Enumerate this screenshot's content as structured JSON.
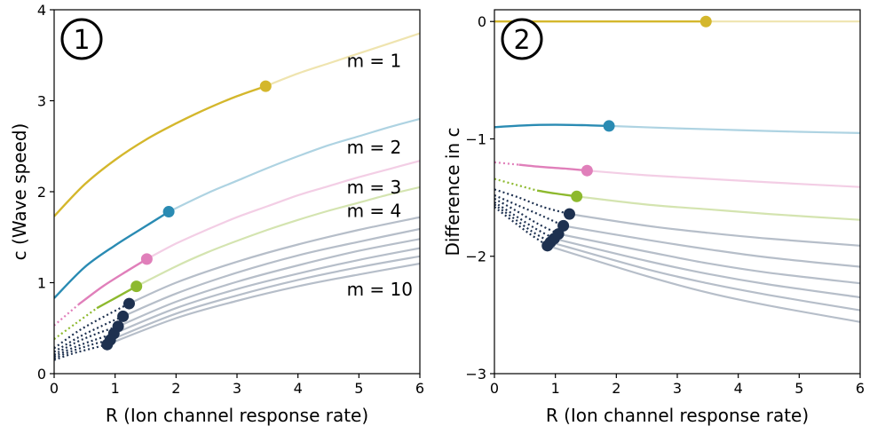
{
  "chart_data": [
    {
      "type": "line",
      "badge": "1",
      "xlabel": "R (Ion channel response rate)",
      "ylabel": "c (Wave speed)",
      "xlim": [
        0,
        6
      ],
      "ylim": [
        0,
        4
      ],
      "xticks": [
        "0",
        "1",
        "2",
        "3",
        "4",
        "5",
        "6"
      ],
      "yticks": [
        "0",
        "1",
        "2",
        "3",
        "4"
      ],
      "grid": false,
      "series_labels": [
        {
          "m": 1,
          "text": "m = 1"
        },
        {
          "m": 2,
          "text": "m = 2"
        },
        {
          "m": 3,
          "text": "m = 3"
        },
        {
          "m": 4,
          "text": "m = 4"
        },
        {
          "m": 10,
          "text": "m = 10"
        }
      ],
      "series": [
        {
          "m": 1,
          "color": "#d4b72c",
          "marker": [
            3.47,
            3.16
          ],
          "x": [
            0,
            0.5,
            1,
            1.5,
            2,
            2.5,
            3,
            3.47,
            4,
            4.5,
            5,
            5.5,
            6
          ],
          "y": [
            1.73,
            2.08,
            2.35,
            2.57,
            2.75,
            2.91,
            3.05,
            3.16,
            3.3,
            3.41,
            3.52,
            3.63,
            3.74
          ]
        },
        {
          "m": 2,
          "color": "#2a8bb3",
          "marker": [
            1.88,
            1.78
          ],
          "x": [
            0,
            0.5,
            1,
            1.5,
            1.88,
            2.5,
            3,
            3.5,
            4,
            4.5,
            5,
            5.5,
            6
          ],
          "y": [
            0.83,
            1.17,
            1.41,
            1.62,
            1.78,
            1.98,
            2.12,
            2.26,
            2.39,
            2.51,
            2.61,
            2.71,
            2.8
          ]
        },
        {
          "m": 3,
          "color": "#e07fba",
          "marker": [
            1.52,
            1.26
          ],
          "dotted_until": 0.4,
          "x": [
            0,
            0.4,
            0.8,
            1.2,
            1.52,
            2,
            2.5,
            3,
            3.5,
            4,
            4.5,
            5,
            5.5,
            6
          ],
          "y": [
            0.53,
            0.76,
            0.96,
            1.13,
            1.26,
            1.43,
            1.58,
            1.72,
            1.84,
            1.96,
            2.06,
            2.16,
            2.25,
            2.34
          ]
        },
        {
          "m": 4,
          "color": "#8db92e",
          "marker": [
            1.35,
            0.96
          ],
          "dotted_until": 0.7,
          "x": [
            0,
            0.35,
            0.7,
            1.0,
            1.35,
            2,
            2.5,
            3,
            3.5,
            4,
            4.5,
            5,
            5.5,
            6
          ],
          "y": [
            0.38,
            0.55,
            0.72,
            0.83,
            0.96,
            1.18,
            1.33,
            1.46,
            1.58,
            1.69,
            1.79,
            1.88,
            1.97,
            2.05
          ]
        },
        {
          "m": 5,
          "color": "#1e3150",
          "marker": [
            1.23,
            0.77
          ],
          "x": [
            0,
            0.4,
            0.8,
            1.23,
            2,
            3,
            4,
            5,
            6
          ],
          "y": [
            0.28,
            0.47,
            0.62,
            0.77,
            1.0,
            1.23,
            1.42,
            1.58,
            1.72
          ]
        },
        {
          "m": 6,
          "color": "#1e3150",
          "marker": [
            1.13,
            0.63
          ],
          "x": [
            0,
            0.4,
            0.8,
            1.13,
            2,
            3,
            4,
            5,
            6
          ],
          "y": [
            0.24,
            0.4,
            0.53,
            0.63,
            0.88,
            1.11,
            1.3,
            1.45,
            1.59
          ]
        },
        {
          "m": 7,
          "color": "#1e3150",
          "marker": [
            1.05,
            0.52
          ],
          "x": [
            0,
            0.35,
            0.7,
            1.05,
            2,
            3,
            4,
            5,
            6
          ],
          "y": [
            0.21,
            0.34,
            0.44,
            0.52,
            0.79,
            1.01,
            1.19,
            1.35,
            1.48
          ]
        },
        {
          "m": 8,
          "color": "#1e3150",
          "marker": [
            0.98,
            0.44
          ],
          "x": [
            0,
            0.33,
            0.66,
            0.98,
            2,
            3,
            4,
            5,
            6
          ],
          "y": [
            0.19,
            0.29,
            0.37,
            0.44,
            0.72,
            0.93,
            1.1,
            1.25,
            1.38
          ]
        },
        {
          "m": 9,
          "color": "#1e3150",
          "marker": [
            0.92,
            0.37
          ],
          "x": [
            0,
            0.3,
            0.62,
            0.92,
            2,
            3,
            4,
            5,
            6
          ],
          "y": [
            0.17,
            0.25,
            0.32,
            0.37,
            0.66,
            0.86,
            1.03,
            1.17,
            1.29
          ]
        },
        {
          "m": 10,
          "color": "#1e3150",
          "marker": [
            0.87,
            0.32
          ],
          "x": [
            0,
            0.3,
            0.58,
            0.87,
            2,
            3,
            4,
            5,
            6
          ],
          "y": [
            0.15,
            0.22,
            0.27,
            0.32,
            0.61,
            0.8,
            0.96,
            1.09,
            1.21
          ]
        }
      ]
    },
    {
      "type": "line",
      "badge": "2",
      "xlabel": "R (Ion channel response rate)",
      "ylabel": "Difference in c",
      "xlim": [
        0,
        6
      ],
      "ylim": [
        -3,
        0.1
      ],
      "xticks": [
        "0",
        "1",
        "2",
        "3",
        "4",
        "5",
        "6"
      ],
      "yticks": [
        "0",
        "−1",
        "−2",
        "−3"
      ],
      "grid": false,
      "series": [
        {
          "m": 1,
          "color": "#d4b72c",
          "marker": [
            3.47,
            0.0
          ],
          "x": [
            0,
            1,
            2,
            3,
            3.47,
            4,
            5,
            6
          ],
          "y": [
            0,
            0,
            0,
            0,
            0,
            0,
            0,
            0
          ]
        },
        {
          "m": 2,
          "color": "#2a8bb3",
          "marker": [
            1.88,
            -0.89
          ],
          "x": [
            0,
            0.5,
            1,
            1.5,
            1.88,
            3,
            4,
            5,
            6
          ],
          "y": [
            -0.9,
            -0.885,
            -0.88,
            -0.884,
            -0.89,
            -0.91,
            -0.925,
            -0.94,
            -0.95
          ]
        },
        {
          "m": 3,
          "color": "#e07fba",
          "marker": [
            1.52,
            -1.27
          ],
          "dotted_until": 0.4,
          "x": [
            0,
            0.4,
            0.8,
            1.2,
            1.52,
            2.5,
            3.5,
            4.5,
            6
          ],
          "y": [
            -1.2,
            -1.22,
            -1.24,
            -1.255,
            -1.27,
            -1.31,
            -1.34,
            -1.37,
            -1.41
          ]
        },
        {
          "m": 4,
          "color": "#8db92e",
          "marker": [
            1.35,
            -1.49
          ],
          "dotted_until": 0.7,
          "x": [
            0,
            0.35,
            0.7,
            1.0,
            1.35,
            2.5,
            3.5,
            4.5,
            6
          ],
          "y": [
            -1.34,
            -1.39,
            -1.44,
            -1.465,
            -1.49,
            -1.56,
            -1.6,
            -1.64,
            -1.69
          ]
        },
        {
          "m": 5,
          "color": "#1e3150",
          "marker": [
            1.23,
            -1.64
          ],
          "x": [
            0,
            0.4,
            0.8,
            1.23,
            2.5,
            3.5,
            4.5,
            6
          ],
          "y": [
            -1.43,
            -1.5,
            -1.58,
            -1.64,
            -1.74,
            -1.8,
            -1.85,
            -1.91
          ]
        },
        {
          "m": 6,
          "color": "#1e3150",
          "marker": [
            1.13,
            -1.74
          ],
          "x": [
            0,
            0.4,
            0.8,
            1.13,
            2.5,
            3.5,
            4.5,
            6
          ],
          "y": [
            -1.48,
            -1.57,
            -1.66,
            -1.74,
            -1.86,
            -1.94,
            -2.01,
            -2.09
          ]
        },
        {
          "m": 7,
          "color": "#1e3150",
          "marker": [
            1.05,
            -1.81
          ],
          "x": [
            0,
            0.35,
            0.7,
            1.05,
            2.5,
            3.5,
            4.5,
            6
          ],
          "y": [
            -1.51,
            -1.61,
            -1.72,
            -1.81,
            -1.96,
            -2.06,
            -2.14,
            -2.23
          ]
        },
        {
          "m": 8,
          "color": "#1e3150",
          "marker": [
            0.98,
            -1.85
          ],
          "x": [
            0,
            0.33,
            0.66,
            0.98,
            2.5,
            3.5,
            4.5,
            6
          ],
          "y": [
            -1.54,
            -1.65,
            -1.76,
            -1.85,
            -2.04,
            -2.15,
            -2.24,
            -2.35
          ]
        },
        {
          "m": 9,
          "color": "#1e3150",
          "marker": [
            0.92,
            -1.88
          ],
          "x": [
            0,
            0.3,
            0.62,
            0.92,
            2.5,
            3.5,
            4.5,
            6
          ],
          "y": [
            -1.56,
            -1.67,
            -1.79,
            -1.88,
            -2.11,
            -2.23,
            -2.33,
            -2.46
          ]
        },
        {
          "m": 10,
          "color": "#1e3150",
          "marker": [
            0.87,
            -1.91
          ],
          "x": [
            0,
            0.3,
            0.58,
            0.87,
            2.5,
            3.5,
            4.5,
            6
          ],
          "y": [
            -1.58,
            -1.7,
            -1.81,
            -1.91,
            -2.17,
            -2.31,
            -2.42,
            -2.56
          ]
        }
      ]
    }
  ]
}
